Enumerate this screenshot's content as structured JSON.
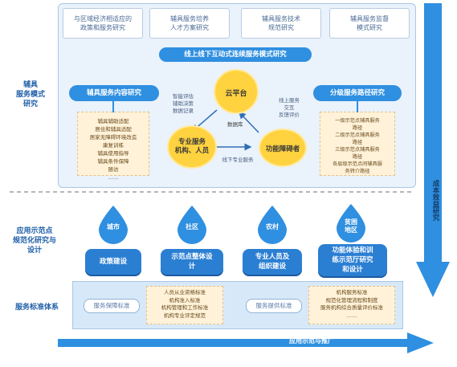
{
  "labels": {
    "model_research": [
      "辅具",
      "服务模式",
      "研究"
    ],
    "demo_research": [
      "应用示范点",
      "规范化研究与",
      "设计"
    ],
    "standards": "服务标准体系",
    "cost_benefit": "成本效益研究",
    "apply_demo": "应用示范与推广"
  },
  "top_boxes": [
    [
      "与区域经济相适应的",
      "政策和服务研究"
    ],
    [
      "辅具服务培养",
      "人才方案研究"
    ],
    [
      "辅具服务技术",
      "规范研究"
    ],
    [
      "辅具服务监督",
      "模式研究"
    ]
  ],
  "online_offline": "线上线下互动式连续服务模式研究",
  "content_research": {
    "title": "辅具服务内容研究",
    "items": [
      "辅具辅助适配",
      "居住和辅具适配",
      "居家无障碍环境改造",
      "康复训练",
      "辅具使用指导",
      "辅具条件保障",
      "随访",
      "……"
    ]
  },
  "route_research": {
    "title": "分级服务路径研究",
    "items": [
      "一级示范点辅具服务",
      "路径",
      "二级示范点辅具服务",
      "路径",
      "三级示范点辅具服务",
      "路径",
      "各层级示范点间辅具服",
      "务转介路径"
    ]
  },
  "cloud": {
    "label": "云平台",
    "sub": "数据库"
  },
  "institutions": [
    "专业服务",
    "机构、人员"
  ],
  "disabled": "功能障碍者",
  "notes": {
    "left": [
      "智能评估",
      "辅助决策",
      "数据记录"
    ],
    "right": [
      "线上服务",
      "交互",
      "反馈评价"
    ],
    "bottom": "线下专业服务"
  },
  "drops": [
    "城市",
    "社区",
    "农村",
    [
      "贫困",
      "地区"
    ]
  ],
  "mid_buttons": [
    [
      "政策建设"
    ],
    [
      "示范点整体设",
      "计"
    ],
    [
      "专业人员及",
      "组织建设"
    ],
    [
      "功能体验和训",
      "练示范厅研究",
      "和设计"
    ]
  ],
  "standards": {
    "pill_left": "服务保障标准",
    "pill_right": "服务提供标准",
    "doc_left": [
      "人员从业资格标准",
      "机构准入标准",
      "机构管理和工作标准",
      "机构专业评定规范"
    ],
    "doc_right": [
      "机构服务标准",
      "规范化管理流程和制度",
      "服务机构综合质量评价标准",
      "……"
    ]
  },
  "colors": {
    "primary": "#2f8fe0",
    "dark": "#1f5fa8",
    "yellow": "#ffd23f",
    "paper": "#fff2d9"
  }
}
